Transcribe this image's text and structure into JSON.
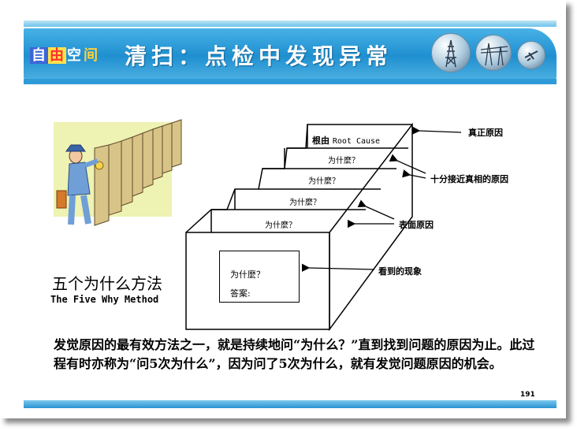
{
  "header": {
    "logo_chars": [
      "自",
      "由",
      "空",
      "间"
    ],
    "title": "清扫：点检中发现异常"
  },
  "diagram": {
    "root_label": "根由",
    "root_label_en": "Root Cause",
    "step_labels": [
      "为什麼？",
      "为什麼？",
      "为什麼？",
      "为什麼？"
    ],
    "box_question": "为什麼？",
    "box_answer": "答案:",
    "annotations": {
      "true_cause": "真正原因",
      "near_true": "十分接近真相的原因",
      "surface": "表面原因",
      "seen": "看到的现象"
    }
  },
  "method": {
    "title_cn": "五个为什么方法",
    "title_en": "The Five Why Method"
  },
  "description": "发觉原因的最有效方法之一，就是持续地问“为什么？”直到找到问题的原因为止。此过程有时亦称为“问5次为什么”，因为问了5次为什么，就有发觉问题原因的机会。",
  "page_number": "191",
  "colors": {
    "banner": "#1f8fd0",
    "accent": "#2e9bd8"
  }
}
